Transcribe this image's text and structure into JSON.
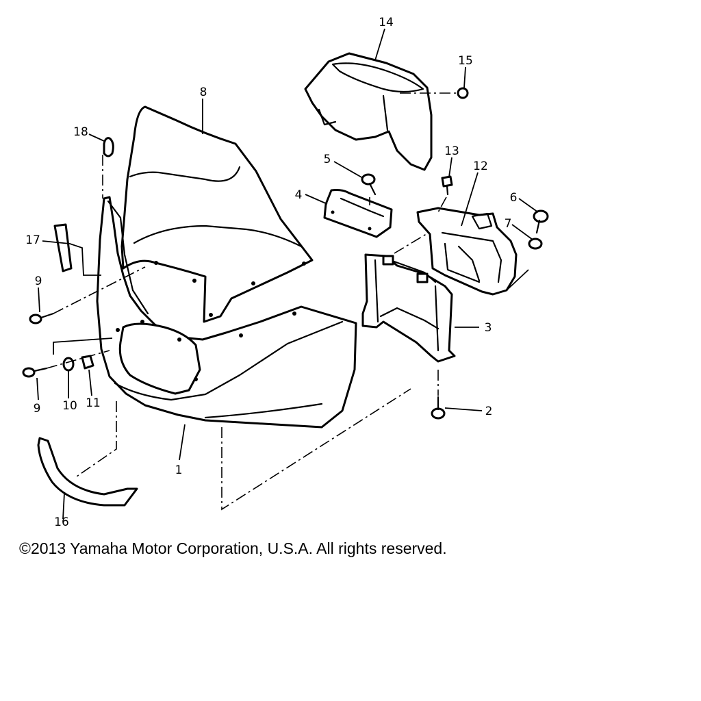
{
  "diagram": {
    "callouts": [
      "1",
      "2",
      "3",
      "4",
      "5",
      "6",
      "7",
      "8",
      "9",
      "9",
      "10",
      "11",
      "12",
      "13",
      "14",
      "15",
      "16",
      "17",
      "18"
    ]
  },
  "footer": {
    "copyright": "©2013 Yamaha Motor Corporation, U.S.A. All rights reserved."
  }
}
